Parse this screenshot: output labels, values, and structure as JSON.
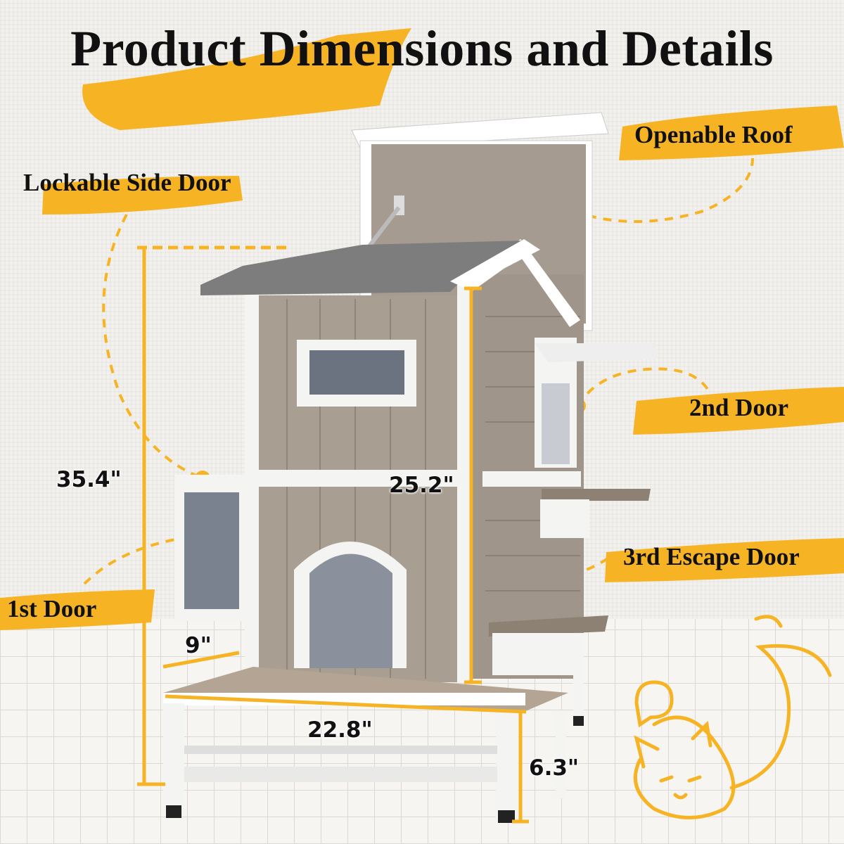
{
  "title": "Product Dimensions and Details",
  "features": {
    "openable_roof": "Openable Roof",
    "lockable_side_door": "Lockable Side Door",
    "second_door": "2nd Door",
    "third_escape_door": "3rd Escape Door",
    "first_door": "1st Door"
  },
  "dimensions": {
    "total_height": "35.4\"",
    "house_height": "25.2\"",
    "step_depth": "9\"",
    "base_width": "22.8\"",
    "base_height": "6.3\""
  },
  "colors": {
    "accent": "#f6b424",
    "wood": "#a89e92",
    "roof": "#7a7a7a"
  }
}
